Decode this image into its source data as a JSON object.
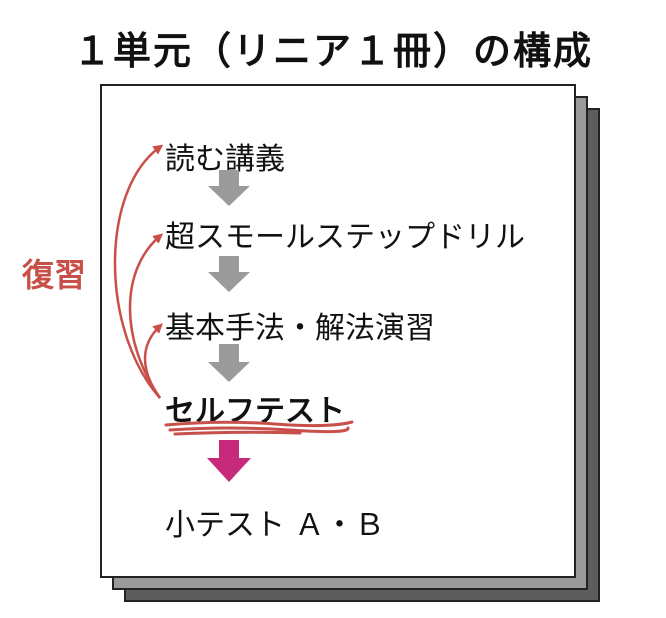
{
  "title": "１単元（リニア１冊）の構成",
  "steps": [
    "読む講義",
    "超スモールステップドリル",
    "基本手法・解法演習",
    "セルフテスト",
    "小テスト Ａ・Ｂ"
  ],
  "review_label": "復習",
  "colors": {
    "review": "#c8504a",
    "flow_arrow": "#9b9b9b",
    "final_arrow": "#c72a7a",
    "sheet_back1": "#9a9a9a",
    "sheet_back2": "#5d5d5d"
  }
}
